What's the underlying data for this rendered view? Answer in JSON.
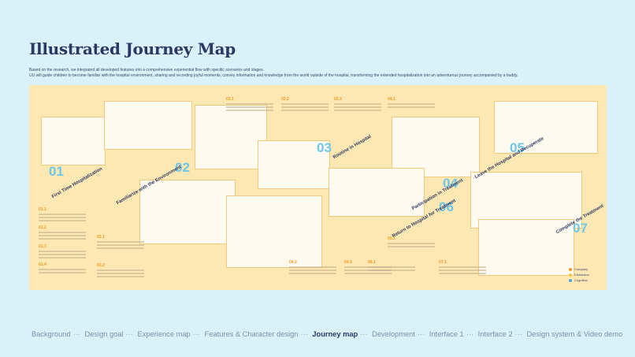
{
  "title": "Illustrated Journey Map",
  "description": [
    "Based on the research, we integrated all developed features into a comprehensive experiential flow with specific scenarios and stages.",
    "UU will guide children to become familiar with the hospital environment, sharing and recording joyful moments, convey information and knowledge from the world outside of the hospital, transforming the extended hospitalization into an adventurous journey accompanied by a buddy."
  ],
  "stages": [
    {
      "num": "01",
      "name": "First Time Hospitalization"
    },
    {
      "num": "02",
      "name": "Familiarize with the Environment"
    },
    {
      "num": "03",
      "name": "Routine in Hospital"
    },
    {
      "num": "04",
      "name": "Participation in Treatment"
    },
    {
      "num": "05",
      "name": "Leave the Hospital and Recuperate"
    },
    {
      "num": "06",
      "name": "Return to Hospital for Treatment"
    },
    {
      "num": "07",
      "name": "Complete the Treatment"
    }
  ],
  "cards": [
    "01.1",
    "01.2",
    "01.3",
    "01.4",
    "02.1",
    "02.2",
    "03.1",
    "03.2",
    "03.3",
    "04.1",
    "04.2",
    "04.3",
    "05.1",
    "06.1",
    "07.1"
  ],
  "legend": [
    {
      "label": "Company",
      "color": "#f39a1e"
    },
    {
      "label": "Distraction",
      "color": "#f5c842"
    },
    {
      "label": "Cognition",
      "color": "#4aa8e0"
    }
  ],
  "nav": {
    "items": [
      "Background",
      "Design goal",
      "Experience map",
      "Features & Character design",
      "Journey map",
      "Development",
      "Interface 1",
      "Interface 2",
      "Design system & Video demo"
    ],
    "active": "Journey map",
    "separator": "···"
  }
}
